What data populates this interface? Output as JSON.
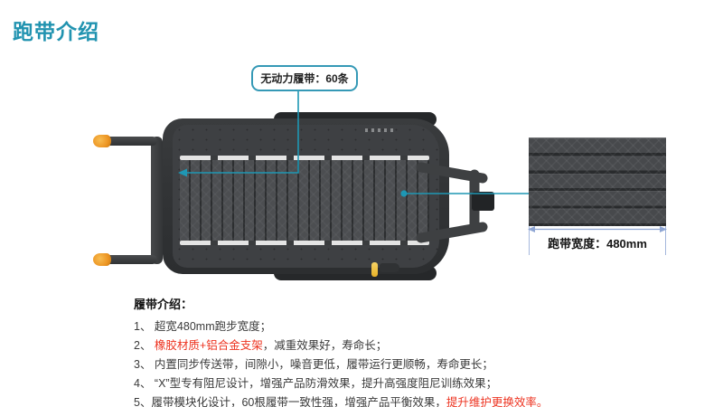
{
  "title": "跑带介绍",
  "callout": {
    "label": "无动力履带：60条"
  },
  "detail": {
    "dimension_label": "跑带宽度：480mm"
  },
  "notes": {
    "title": "履带介绍：",
    "items": [
      {
        "num": "1、",
        "pre": " 超宽480mm跑步宽度；",
        "red": "",
        "post": ""
      },
      {
        "num": "2、",
        "pre": "",
        "red": " 橡胶材质+铝合金支架",
        "post": "，减重效果好，寿命长；"
      },
      {
        "num": "3、",
        "pre": " 内置同步传送带，间隙小，噪音更低，履带运行更顺畅，寿命更长；",
        "red": "",
        "post": ""
      },
      {
        "num": "4、",
        "pre": " “X”型专有阻尼设计，增强产品防滑效果，提升高强度阻尼训练效果；",
        "red": "",
        "post": ""
      },
      {
        "num": "5、",
        "pre": "履带模块化设计，60根履带一致性强，增强产品平衡效果，",
        "red": "提升维护更换效率。",
        "post": ""
      }
    ]
  },
  "colors": {
    "accent_teal": "#2193b0",
    "leader_line_teal": "#1e97b4",
    "dimension_blue": "#8fa6d4",
    "highlight_red": "#ed3320",
    "handle_orange": "#ec9422",
    "pin_yellow": "#e8b127"
  }
}
